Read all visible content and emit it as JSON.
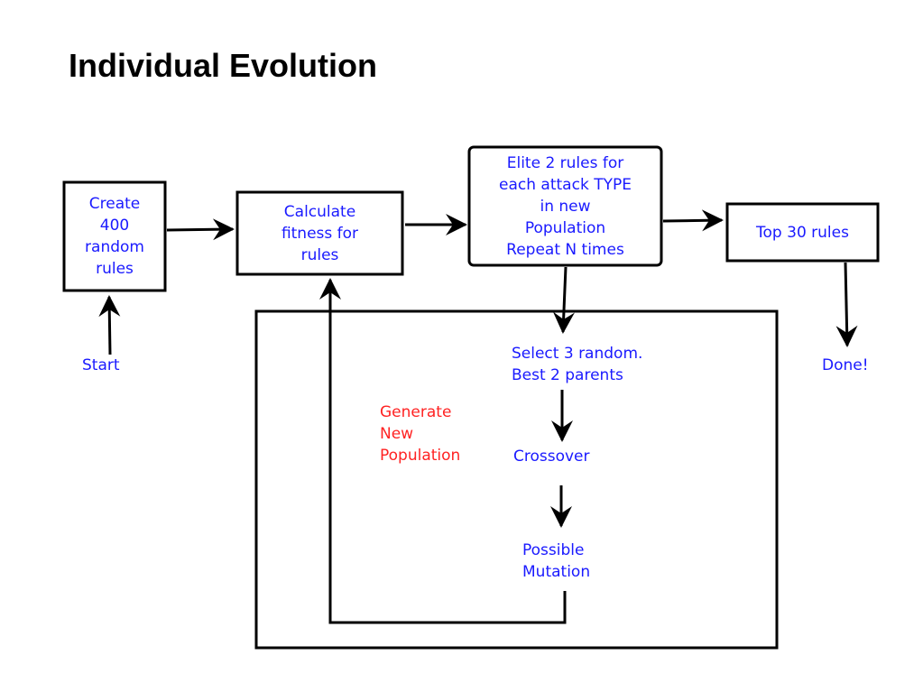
{
  "slide": {
    "title": "Individual Evolution"
  },
  "colors": {
    "text": "#1a1aff",
    "accent": "#ff2222",
    "stroke": "#000000"
  },
  "nodes": {
    "create": "Create\n400\nrandom\nrules",
    "fitness": "Calculate\nfitness for\nrules",
    "elite": "Elite 2 rules for\neach attack TYPE\nin new\nPopulation\nRepeat N times",
    "top30": "Top 30 rules",
    "start": "Start",
    "done": "Done!",
    "select": "Select 3 random.\nBest 2 parents",
    "crossover": "Crossover",
    "mutation": "Possible\nMutation",
    "generate": "Generate\nNew\nPopulation"
  }
}
